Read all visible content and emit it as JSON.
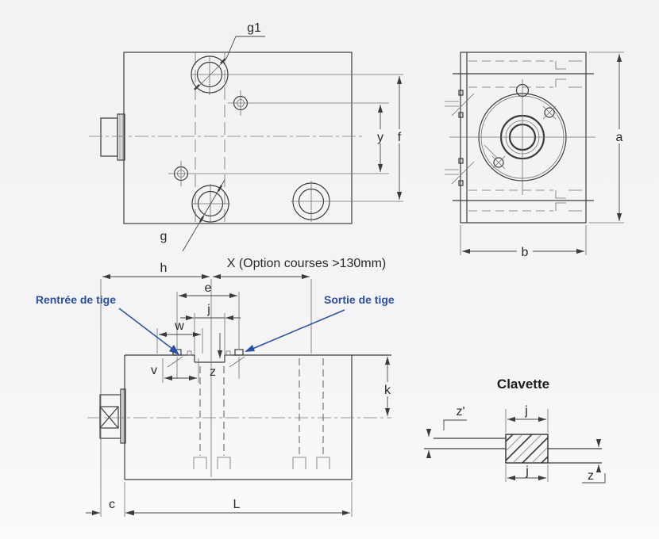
{
  "colors": {
    "background": "#f4f4f5",
    "line": "#3c3c3c",
    "accent_blue": "#2b4fa3",
    "label_text": "#2a2a2a"
  },
  "top_view": {
    "g1": "g1",
    "g": "g",
    "y": "y",
    "f": "f"
  },
  "end_view": {
    "a": "a",
    "b": "b"
  },
  "side_view": {
    "h": "h",
    "x_option": "X (Option courses >130mm)",
    "e": "e",
    "j": "j",
    "w": "w",
    "v": "v",
    "z": "z",
    "k": "k",
    "c": "c",
    "L": "L",
    "rentree": "Rentrée de tige",
    "sortie": "Sortie de tige"
  },
  "key_detail": {
    "title": "Clavette",
    "z_prime": "z'",
    "j_top": "j",
    "j_bottom": "j",
    "z": "z"
  }
}
